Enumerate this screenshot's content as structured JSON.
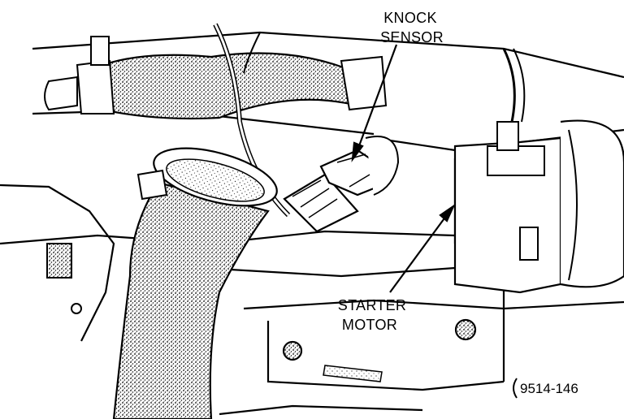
{
  "labels": {
    "knock_sensor_line1": "KNOCK",
    "knock_sensor_line2": "SENSOR",
    "starter_motor_line1": "STARTER",
    "starter_motor_line2": "MOTOR"
  },
  "figure_id": "9514-146"
}
